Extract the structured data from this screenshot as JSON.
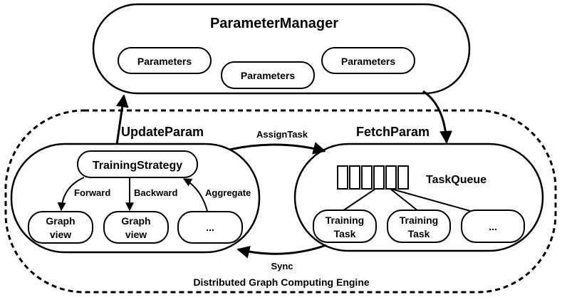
{
  "parameter_manager": {
    "title": "ParameterManager",
    "parameters": [
      "Parameters",
      "Parameters",
      "Parameters"
    ]
  },
  "engine": {
    "label": "Distributed Graph Computing Engine"
  },
  "left_node": {
    "title": "UpdateParam",
    "strategy": "TrainingStrategy",
    "edges": [
      "Forward",
      "Backward",
      "Aggregate"
    ],
    "views": [
      {
        "line1": "Graph",
        "line2": "view"
      },
      {
        "line1": "Graph",
        "line2": "view"
      },
      {
        "line1": "...",
        "line2": ""
      }
    ]
  },
  "right_node": {
    "title": "FetchParam",
    "queue_label": "TaskQueue",
    "queue_cells": 6,
    "tasks": [
      {
        "line1": "Training",
        "line2": "Task"
      },
      {
        "line1": "Training",
        "line2": "Task"
      },
      {
        "line1": "...",
        "line2": ""
      }
    ]
  },
  "links": {
    "assign": "AssignTask",
    "sync": "Sync"
  }
}
